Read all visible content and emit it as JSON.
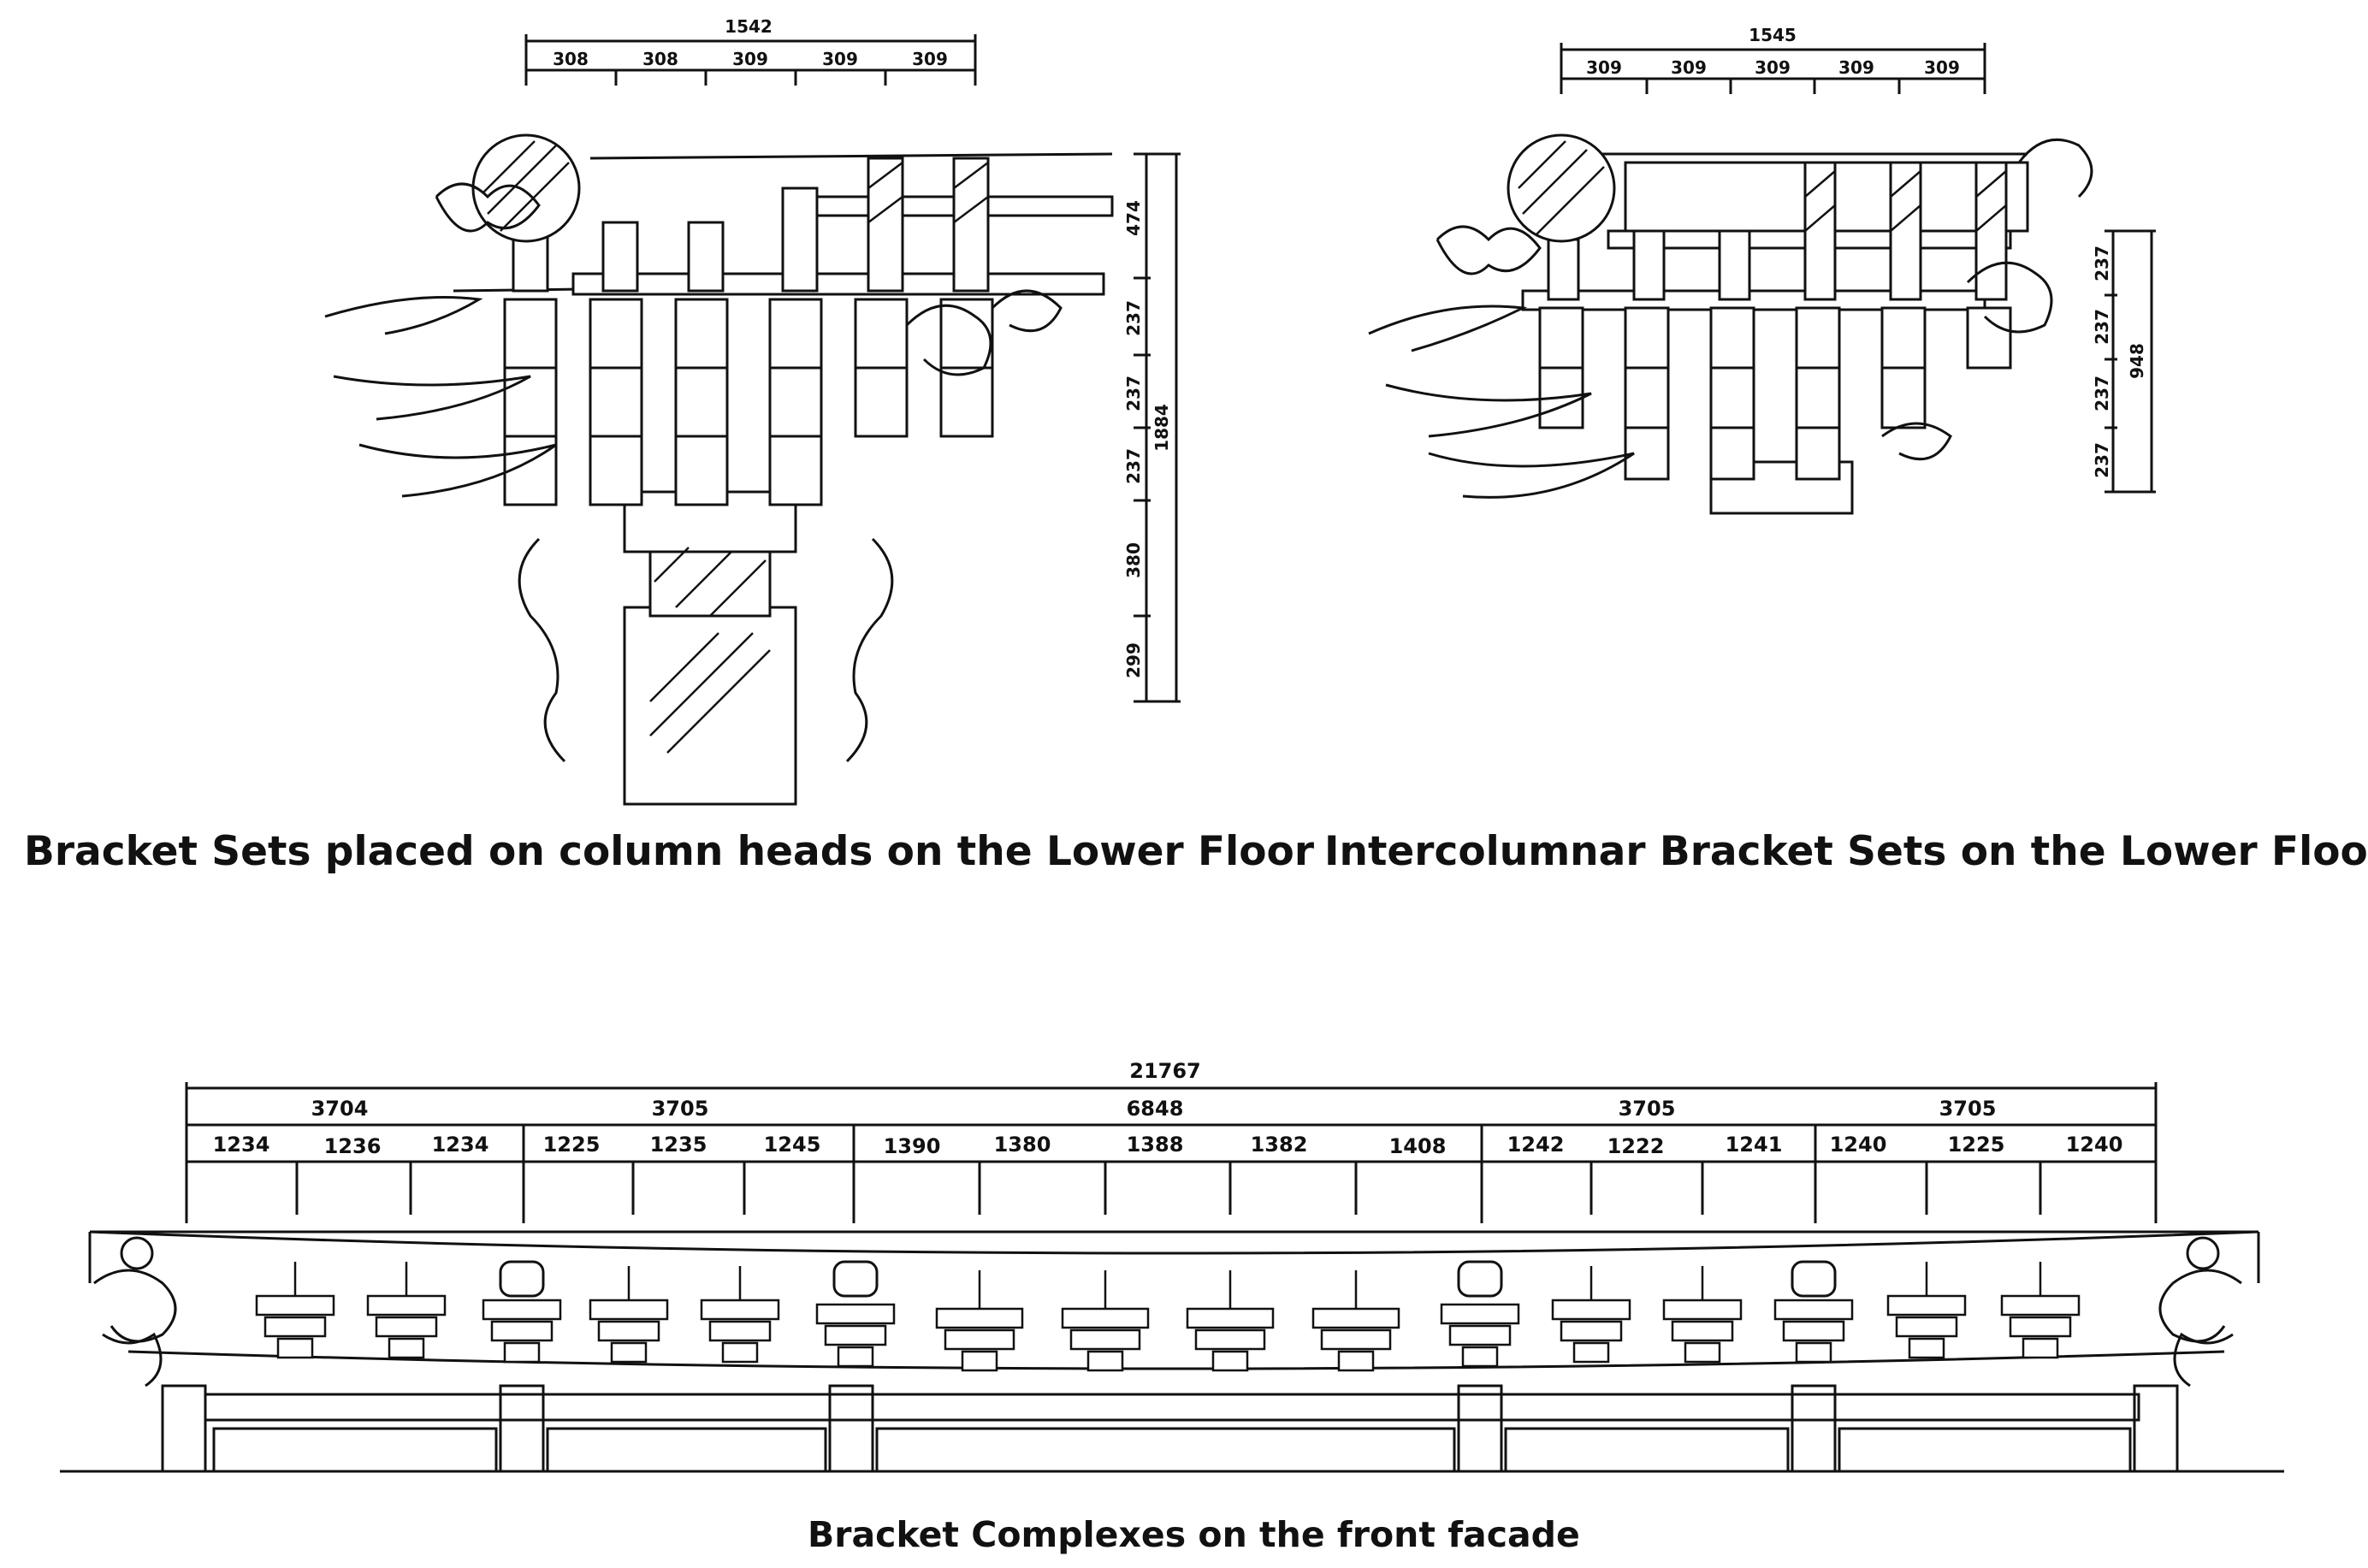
{
  "captions": {
    "column_heads": "Bracket Sets placed on column heads on the Lower Floor",
    "intercolumnar": "Intercolumnar Bracket Sets on the Lower Floor",
    "front_facade": "Bracket Complexes on the front facade"
  },
  "column_head_dims": {
    "total_width": "1542",
    "segments": [
      "308",
      "308",
      "309",
      "309",
      "309"
    ],
    "total_height": "1884",
    "height_segments": [
      "474",
      "237",
      "237",
      "237",
      "380",
      "299"
    ]
  },
  "intercolumnar_dims": {
    "total_width": "1545",
    "segments": [
      "309",
      "309",
      "309",
      "309",
      "309"
    ],
    "total_height": "948",
    "height_segments": [
      "237",
      "237",
      "237",
      "237"
    ]
  },
  "facade_dims": {
    "total": "21767",
    "bays": [
      "3704",
      "3705",
      "6848",
      "3705",
      "3705"
    ],
    "sub": [
      "1234",
      "1236",
      "1234",
      "1225",
      "1235",
      "1245",
      "1390",
      "1380",
      "1388",
      "1382",
      "1408",
      "1242",
      "1222",
      "1241",
      "1240",
      "1225",
      "1240"
    ]
  },
  "colors": {
    "ink": "#111111",
    "background": "#ffffff"
  }
}
